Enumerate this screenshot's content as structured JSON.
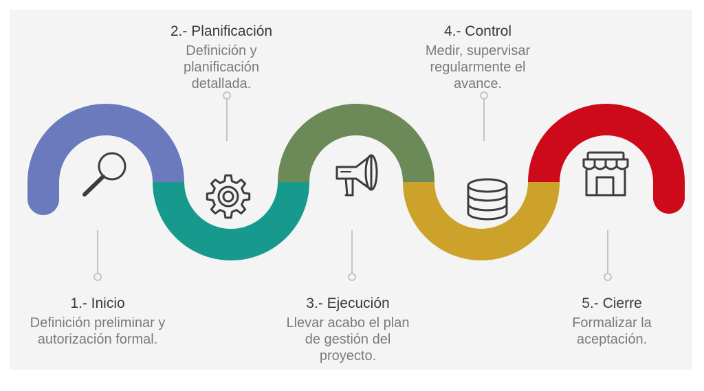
{
  "steps": [
    {
      "title": "1.- Inicio",
      "lines": [
        "Definición preliminar y",
        "autorización formal."
      ],
      "color": "#6b79bd",
      "icon": "magnifier-icon"
    },
    {
      "title": "2.- Planificación",
      "lines": [
        "Definición y",
        "planificación",
        "detallada."
      ],
      "color": "#179a8d",
      "icon": "gear-icon"
    },
    {
      "title": "3.- Ejecución",
      "lines": [
        "Llevar acabo el plan",
        "de gestión del",
        "proyecto."
      ],
      "color": "#6b8a57",
      "icon": "megaphone-icon"
    },
    {
      "title": "4.- Control",
      "lines": [
        "Medir, supervisar",
        "regularmente el",
        "avance."
      ],
      "color": "#cda22a",
      "icon": "database-icon"
    },
    {
      "title": "5.- Cierre",
      "lines": [
        "Formalizar la",
        "aceptación."
      ],
      "color": "#cc0a1a",
      "icon": "storefront-icon"
    }
  ]
}
